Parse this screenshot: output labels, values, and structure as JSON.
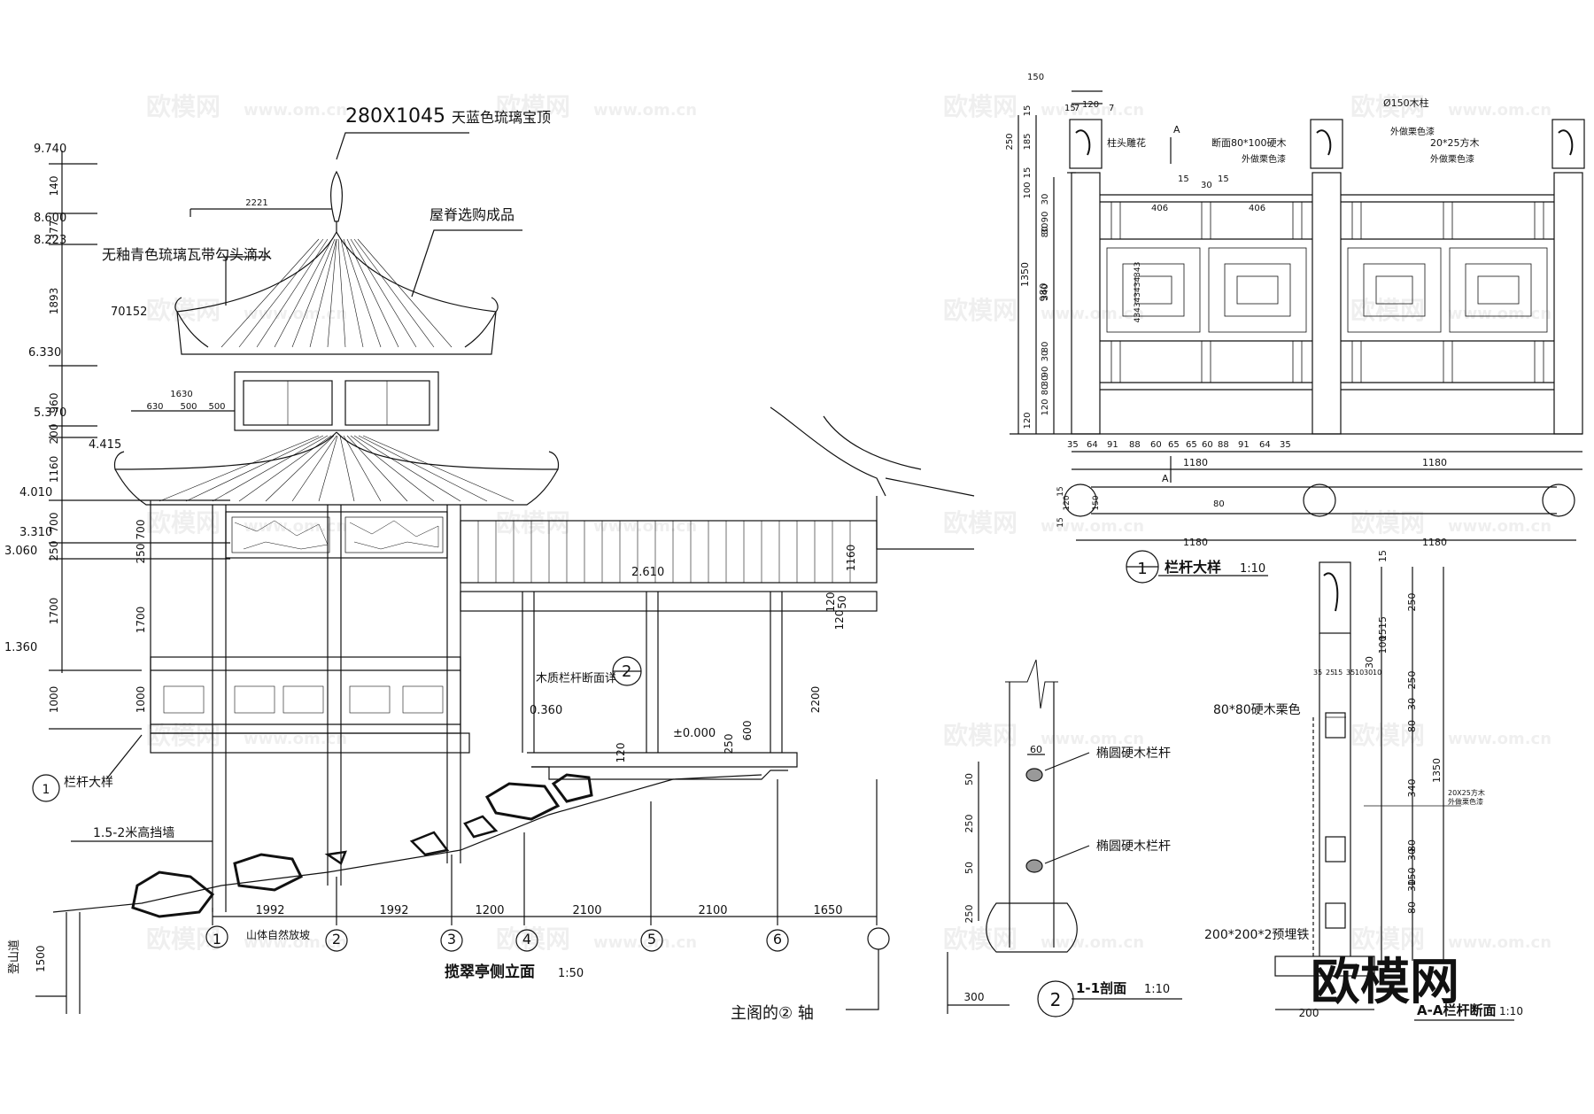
{
  "elevation": {
    "title": "揽翠亭侧立面",
    "scale": "1:50",
    "top_note": "280X1045",
    "top_note_text": "天蓝色琉璃宝顶",
    "ridge_note": "屋脊选购成品",
    "tile_note": "无釉青色琉璃瓦带勾头滴水",
    "rail_note": "木质栏杆断面详",
    "rail_detail_ref": "栏杆大样",
    "rock_note": "山体自然放坡",
    "wall_note": "1.5-2米高挡墙",
    "path_note": "登山道",
    "path_dim": "1500",
    "axis_note": "主阁的② 轴",
    "section_mark": "2",
    "rail_mark": "1",
    "levels": [
      "9.740",
      "8.600",
      "8.223",
      "70152",
      "6.330",
      "5.370",
      "4.415",
      "4.010",
      "3.310",
      "3.060",
      "1.360"
    ],
    "left_dims": [
      "140",
      "377",
      "1893",
      "960",
      "200",
      "1160",
      "700",
      "250",
      "1700",
      "1000"
    ],
    "inner_dims": [
      "700",
      "250",
      "1700",
      "1000"
    ],
    "top_dims": [
      "2221",
      "1630",
      "630",
      "500",
      "500"
    ],
    "right_dims": [
      "1160",
      "120",
      "120",
      "50",
      "2200",
      "600",
      "250",
      "120"
    ],
    "right_levels": [
      "2.610",
      "0.360",
      "±0.000"
    ],
    "axis_spacings": [
      "1992",
      "1992",
      "1200",
      "2100",
      "2100",
      "1650"
    ],
    "axes": [
      "1",
      "2",
      "3",
      "4",
      "5",
      "6"
    ]
  },
  "rail_detail": {
    "title": "栏杆大样",
    "scale": "1:10",
    "mark": "1",
    "notes": [
      "柱头雕花",
      "断面80*100硬木",
      "外做栗色漆",
      "Ø150木柱",
      "外做栗色漆",
      "20*25方木",
      "外做栗色漆"
    ],
    "section_mark": "A",
    "top_dims": [
      "150",
      "7",
      "120",
      "7",
      "15"
    ],
    "v_dims": [
      "250",
      "185",
      "15",
      "15",
      "100",
      "30",
      "90",
      "30",
      "80",
      "340",
      "80",
      "30",
      "90",
      "30",
      "80",
      "120",
      "120"
    ],
    "big_dims": [
      "1350",
      "980"
    ],
    "mid_dims": [
      "15",
      "30",
      "15",
      "406",
      "406"
    ],
    "pat_dims": "434343434343",
    "bottom_dims": [
      "35",
      "64",
      "91",
      "88",
      "60",
      "65",
      "65",
      "60",
      "88",
      "91",
      "64",
      "35"
    ],
    "spans": [
      "1180",
      "1180"
    ],
    "plan_dims": [
      "15",
      "120",
      "15",
      "150",
      "80"
    ]
  },
  "section_11": {
    "title": "1-1剖面",
    "scale": "1:10",
    "mark": "2",
    "notes": [
      "椭圆硬木栏杆",
      "椭圆硬木栏杆"
    ],
    "dims": [
      "60",
      "50",
      "250",
      "50",
      "250",
      "300"
    ]
  },
  "section_aa": {
    "title": "A-A栏杆断面",
    "scale": "1:10",
    "notes": [
      "80*80硬木栗色",
      "200*200*2预埋铁",
      "20X25方木",
      "外做栗色漆"
    ],
    "dims": [
      "15",
      "250",
      "1515",
      "100",
      "30",
      "250",
      "30",
      "80",
      "340",
      "80",
      "30",
      "150",
      "30",
      "80",
      "1350"
    ],
    "top_small": [
      "35",
      "25",
      "15",
      "35",
      "10",
      "30",
      "10"
    ],
    "base_dim": "200"
  },
  "watermarks": [
    "欧模网",
    "www.om.cn"
  ],
  "logo": "欧模网"
}
